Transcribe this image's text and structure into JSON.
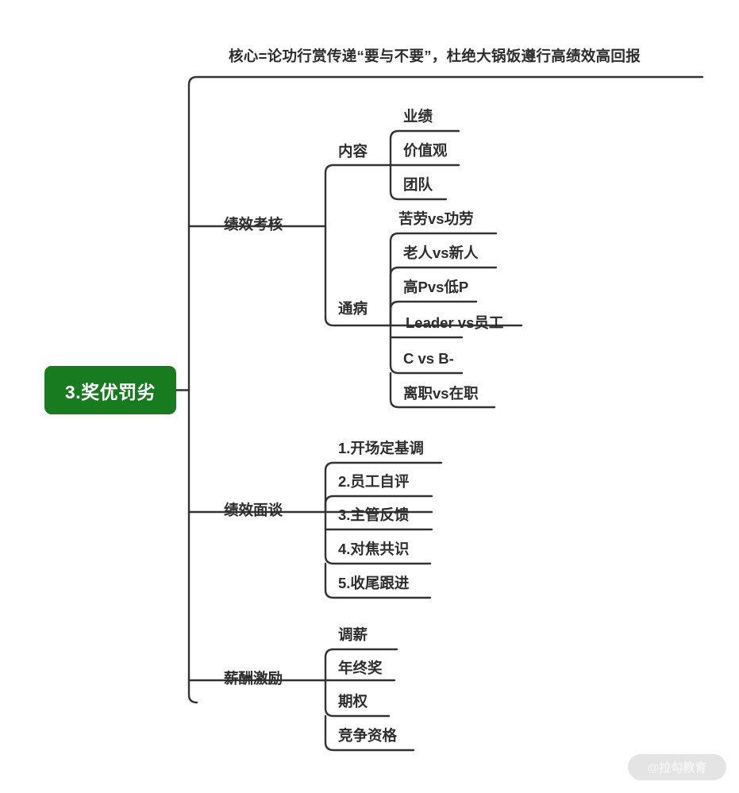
{
  "document": {
    "type": "mind-map",
    "header_title": "核心=论功行赏传递“要与不要”，杜绝大锅饭遵行高绩效高回报",
    "watermark": "@拉勾教育",
    "colors": {
      "root_fill": "#197b20",
      "root_text": "#ffffff",
      "line": "#333333",
      "text": "#2d2d2d",
      "background": "#ffffff",
      "watermark_bg": "#e4e4e4"
    }
  },
  "root": {
    "label": "3.奖优罚劣"
  },
  "branches": [
    {
      "label": "绩效考核",
      "subbranches": [
        {
          "label": "内容",
          "leaves": [
            {
              "label": "业绩"
            },
            {
              "label": "价值观"
            },
            {
              "label": "团队"
            }
          ]
        },
        {
          "label": "通病",
          "leaves": [
            {
              "label": "苦劳vs功劳"
            },
            {
              "label": "老人vs新人"
            },
            {
              "label": "高Pvs低P"
            },
            {
              "label": "Leader vs员工"
            },
            {
              "label": "C vs B-"
            },
            {
              "label": "离职vs在职"
            }
          ]
        }
      ]
    },
    {
      "label": "绩效面谈",
      "subbranches": [
        {
          "label": "",
          "leaves": [
            {
              "label": "1.开场定基调"
            },
            {
              "label": "2.员工自评"
            },
            {
              "label": "3.主管反馈"
            },
            {
              "label": "4.对焦共识"
            },
            {
              "label": "5.收尾跟进"
            }
          ]
        }
      ]
    },
    {
      "label": "薪酬激励",
      "subbranches": [
        {
          "label": "",
          "leaves": [
            {
              "label": "调薪"
            },
            {
              "label": "年终奖"
            },
            {
              "label": "期权"
            },
            {
              "label": "竞争资格"
            }
          ]
        }
      ]
    }
  ]
}
